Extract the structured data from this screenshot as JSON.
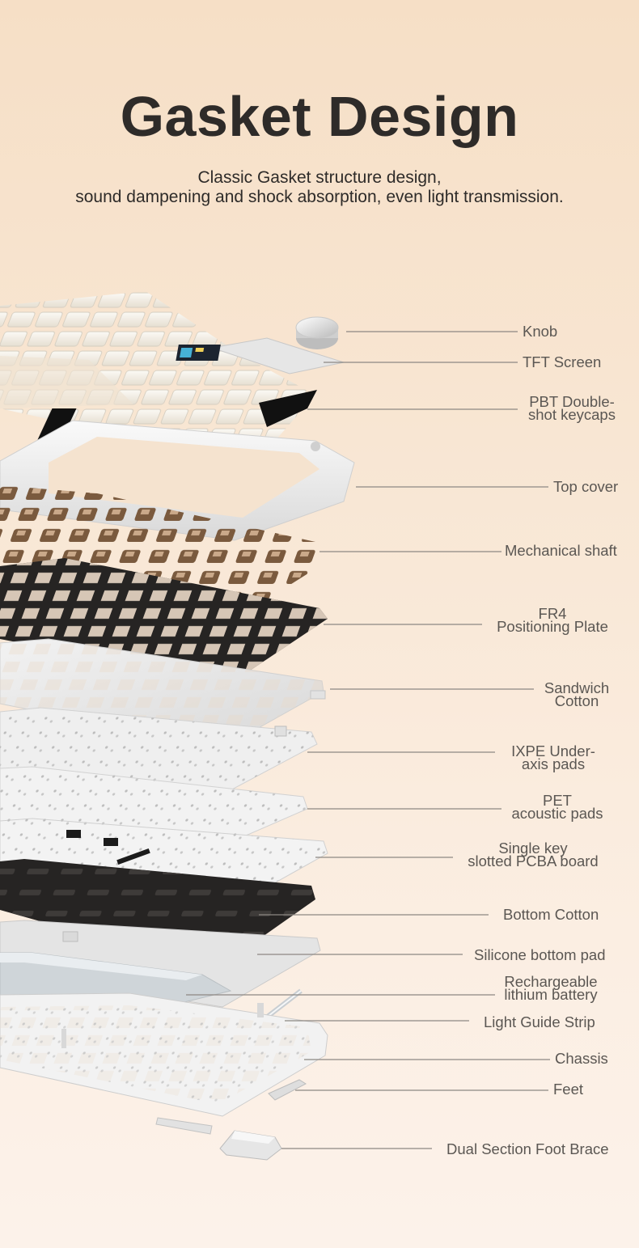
{
  "header": {
    "title": "Gasket Design",
    "subtitle_line1": "Classic Gasket structure design,",
    "subtitle_line2": "sound dampening and shock absorption, even light transmission."
  },
  "callouts": [
    {
      "id": "knob",
      "lines": [
        "Knob"
      ]
    },
    {
      "id": "tft-screen",
      "lines": [
        "TFT Screen"
      ]
    },
    {
      "id": "pbt-keycaps",
      "lines": [
        "PBT Double-",
        "shot keycaps"
      ]
    },
    {
      "id": "top-cover",
      "lines": [
        "Top cover"
      ]
    },
    {
      "id": "mechanical-shaft",
      "lines": [
        "Mechanical shaft"
      ]
    },
    {
      "id": "fr4-plate",
      "lines": [
        "FR4",
        "Positioning Plate"
      ]
    },
    {
      "id": "sandwich-cotton",
      "lines": [
        "Sandwich",
        "Cotton"
      ]
    },
    {
      "id": "ixpe-pads",
      "lines": [
        "IXPE Under-",
        "axis pads"
      ]
    },
    {
      "id": "pet-pads",
      "lines": [
        "PET",
        "acoustic pads"
      ]
    },
    {
      "id": "pcba-board",
      "lines": [
        "Single key",
        "slotted PCBA board"
      ]
    },
    {
      "id": "bottom-cotton",
      "lines": [
        "Bottom Cotton"
      ]
    },
    {
      "id": "silicone-pad",
      "lines": [
        "Silicone bottom pad"
      ]
    },
    {
      "id": "battery",
      "lines": [
        "Rechargeable",
        "lithium battery"
      ]
    },
    {
      "id": "light-guide",
      "lines": [
        "Light Guide Strip"
      ]
    },
    {
      "id": "chassis",
      "lines": [
        "Chassis"
      ]
    },
    {
      "id": "feet",
      "lines": [
        "Feet"
      ]
    },
    {
      "id": "foot-brace",
      "lines": [
        "Dual Section Foot Brace"
      ]
    }
  ],
  "colors": {
    "text_dark": "#2e2b29",
    "label": "#5b5753",
    "leader_line": "#8d8883",
    "plate_black": "#262423",
    "switch_brown": "#7a5a3e",
    "keycap_white": "#f4f1ea"
  }
}
